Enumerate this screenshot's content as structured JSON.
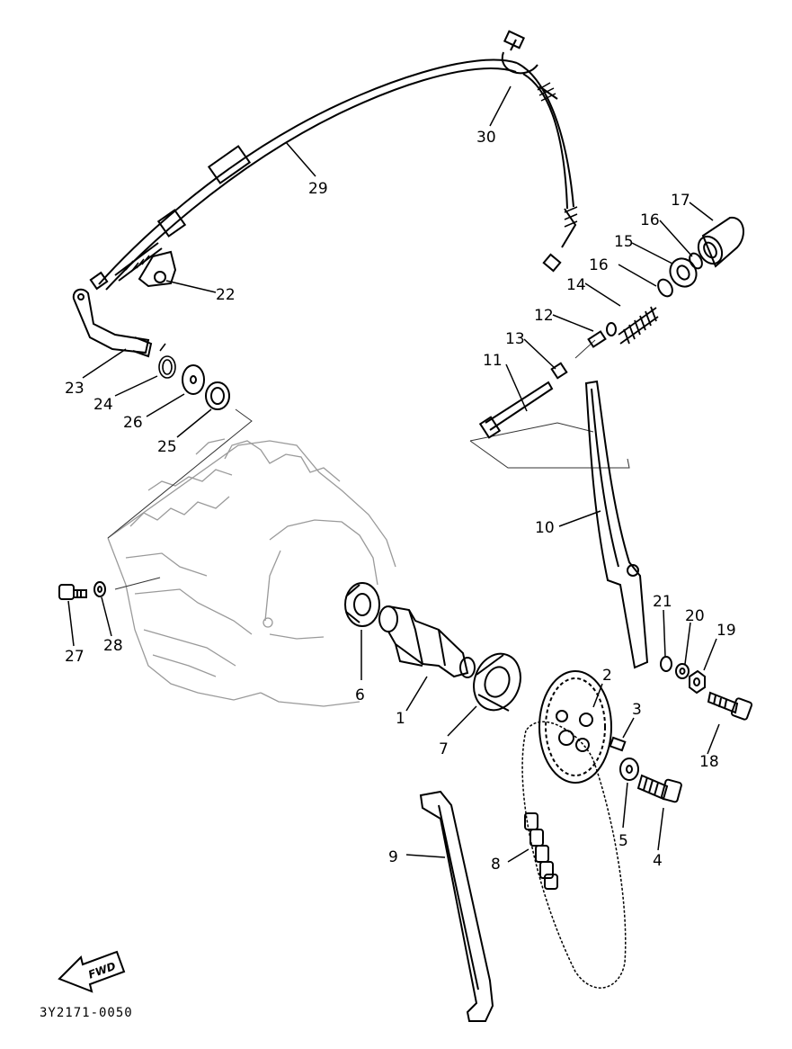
{
  "diagram": {
    "part_labels": [
      "1",
      "2",
      "3",
      "4",
      "5",
      "6",
      "7",
      "8",
      "9",
      "10",
      "11",
      "12",
      "13",
      "14",
      "15",
      "16",
      "16",
      "17",
      "18",
      "19",
      "20",
      "21",
      "22",
      "23",
      "24",
      "25",
      "26",
      "27",
      "28",
      "29",
      "30"
    ],
    "direction_marker": "FWD",
    "drawing_code": "3Y2171-0050"
  }
}
